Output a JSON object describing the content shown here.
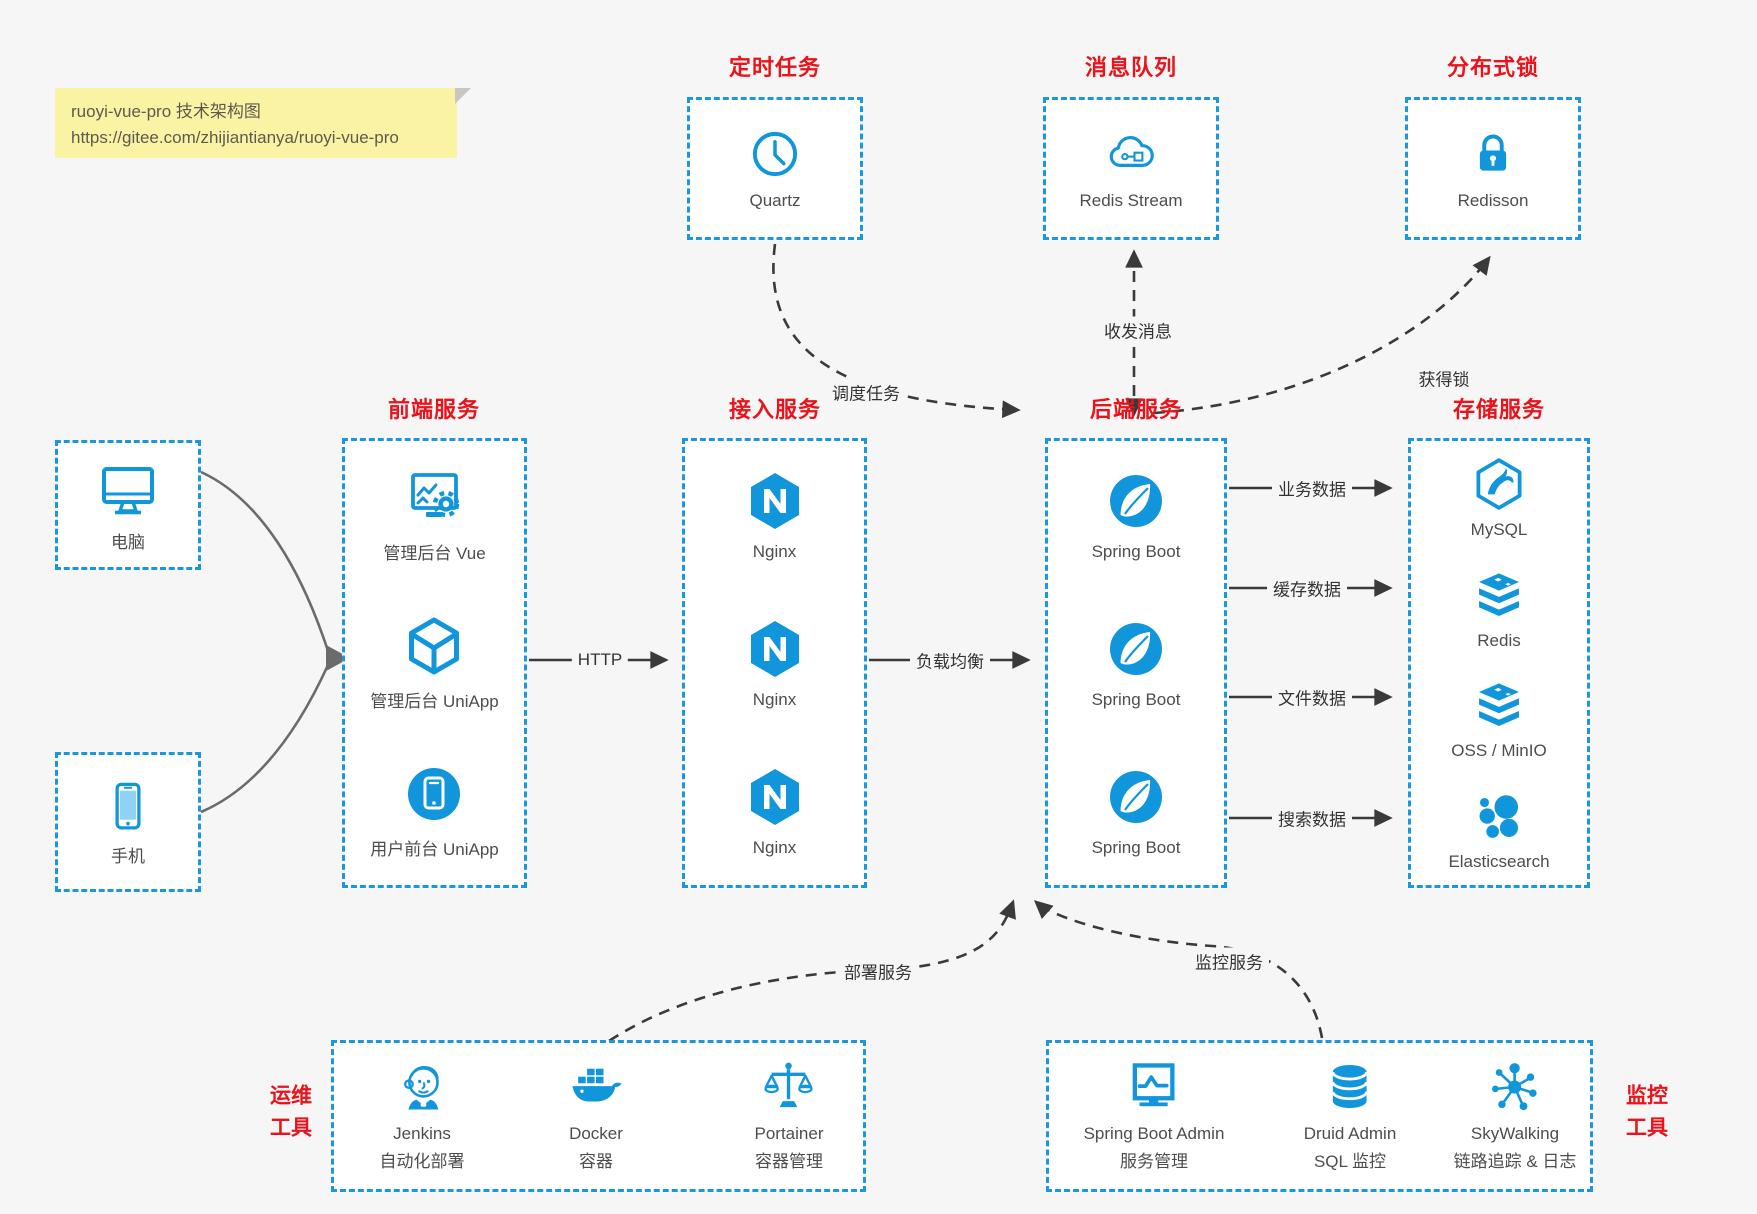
{
  "note": {
    "line1": "ruoyi-vue-pro 技术架构图",
    "line2": "https://gitee.com/zhijiantianya/ruoyi-vue-pro"
  },
  "top_boxes": [
    {
      "title": "定时任务",
      "icon": "clock-icon",
      "label": "Quartz"
    },
    {
      "title": "消息队列",
      "icon": "cloud-icon",
      "label": "Redis Stream"
    },
    {
      "title": "分布式锁",
      "icon": "lock-icon",
      "label": "Redisson"
    }
  ],
  "clients": [
    {
      "icon": "desktop-icon",
      "label": "电脑"
    },
    {
      "icon": "phone-icon",
      "label": "手机"
    }
  ],
  "columns": [
    {
      "title": "前端服务",
      "items": [
        {
          "icon": "admin-vue-icon",
          "label": "管理后台 Vue"
        },
        {
          "icon": "uniapp-cube-icon",
          "label": "管理后台 UniApp"
        },
        {
          "icon": "user-app-icon",
          "label": "用户前台 UniApp"
        }
      ]
    },
    {
      "title": "接入服务",
      "items": [
        {
          "icon": "nginx-icon",
          "label": "Nginx"
        },
        {
          "icon": "nginx-icon",
          "label": "Nginx"
        },
        {
          "icon": "nginx-icon",
          "label": "Nginx"
        }
      ]
    },
    {
      "title": "后端服务",
      "items": [
        {
          "icon": "spring-boot-icon",
          "label": "Spring Boot"
        },
        {
          "icon": "spring-boot-icon",
          "label": "Spring Boot"
        },
        {
          "icon": "spring-boot-icon",
          "label": "Spring Boot"
        }
      ]
    },
    {
      "title": "存储服务",
      "items": [
        {
          "icon": "mysql-icon",
          "label": "MySQL"
        },
        {
          "icon": "redis-icon",
          "label": "Redis"
        },
        {
          "icon": "oss-minio-icon",
          "label": "OSS / MinIO"
        },
        {
          "icon": "elasticsearch-icon",
          "label": "Elasticsearch"
        }
      ]
    }
  ],
  "bottom_boxes": [
    {
      "side_label_line1": "运维",
      "side_label_line2": "工具",
      "items": [
        {
          "icon": "jenkins-icon",
          "label": "Jenkins",
          "sublabel": "自动化部署"
        },
        {
          "icon": "docker-icon",
          "label": "Docker",
          "sublabel": "容器"
        },
        {
          "icon": "portainer-icon",
          "label": "Portainer",
          "sublabel": "容器管理"
        }
      ]
    },
    {
      "side_label_line1": "监控",
      "side_label_line2": "工具",
      "items": [
        {
          "icon": "spring-boot-admin-icon",
          "label": "Spring Boot Admin",
          "sublabel": "服务管理"
        },
        {
          "icon": "druid-icon",
          "label": "Druid Admin",
          "sublabel": "SQL 监控"
        },
        {
          "icon": "skywalking-icon",
          "label": "SkyWalking",
          "sublabel": "链路追踪 & 日志"
        }
      ]
    }
  ],
  "edge_labels": {
    "http": "HTTP",
    "load_balance": "负载均衡",
    "dispatch_task": "调度任务",
    "send_receive_message": "收发消息",
    "acquire_lock": "获得锁",
    "business_data": "业务数据",
    "cache_data": "缓存数据",
    "file_data": "文件数据",
    "search_data": "搜索数据",
    "deploy_service": "部署服务",
    "monitor_service": "监控服务"
  },
  "colors": {
    "accent_blue": "#1296db",
    "border_blue": "#1b97e2",
    "title_red": "#e8131b",
    "note_bg": "#faf3a3",
    "arrow_dark": "#3a3a3a",
    "arrow_gray": "#6b6b6b",
    "page_bg": "#f6f6f7"
  }
}
